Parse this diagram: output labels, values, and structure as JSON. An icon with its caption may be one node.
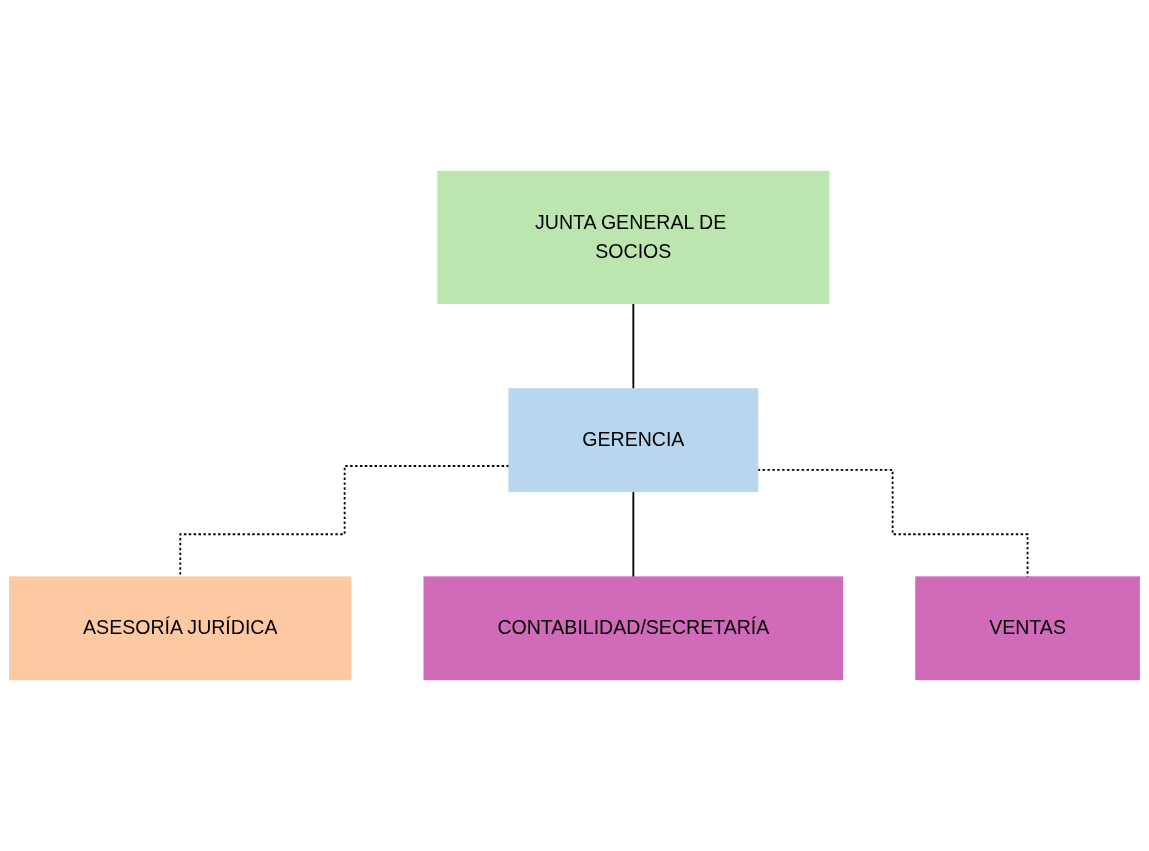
{
  "diagram": {
    "nodes": [
      {
        "text": [
          "JUNTA GENERAL DE SOCIOS"
        ]
      },
      {
        "text": [
          "GERENCIA"
        ]
      },
      {
        "text": [
          "ASESORÍA JURÍDICA"
        ]
      },
      {
        "text": [
          "CONTABILIDAD/SECRETARÍA"
        ]
      },
      {
        "text": [
          "VENTAS"
        ]
      }
    ],
    "edges": [
      {
        "from": 0,
        "to": 1,
        "arrow": "none"
      },
      {
        "from": 1,
        "to": 2,
        "arrow": "none",
        "style": "dashed"
      },
      {
        "from": 1,
        "to": 3,
        "arrow": "none"
      },
      {
        "from": 1,
        "to": 4,
        "arrow": "none",
        "style": "dashed"
      }
    ]
  }
}
